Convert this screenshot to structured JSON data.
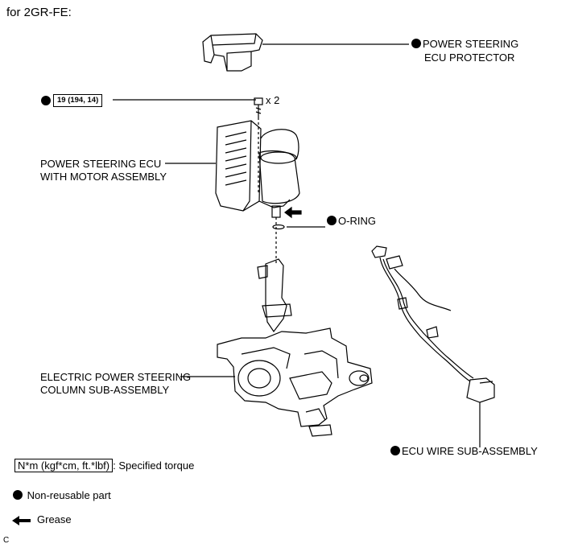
{
  "header": {
    "title": "for 2GR-FE:"
  },
  "parts": {
    "protector": {
      "line1": "POWER STEERING",
      "line2": "ECU PROTECTOR"
    },
    "torque": {
      "value": "19 (194, 14)",
      "qty": "x 2"
    },
    "ecu": {
      "line1": "POWER STEERING ECU",
      "line2": "WITH MOTOR ASSEMBLY"
    },
    "oring": {
      "label": "O-RING"
    },
    "column": {
      "line1": "ELECTRIC POWER STEERING",
      "line2": "COLUMN SUB-ASSEMBLY"
    },
    "wire": {
      "label": "ECU WIRE SUB-ASSEMBLY"
    }
  },
  "legend": {
    "torque_unit": "N*m (kgf*cm, ft.*lbf)",
    "torque_desc": ": Specified torque",
    "nonreusable": "Non-reusable part",
    "grease": "Grease"
  },
  "footer": {
    "code": "C"
  }
}
